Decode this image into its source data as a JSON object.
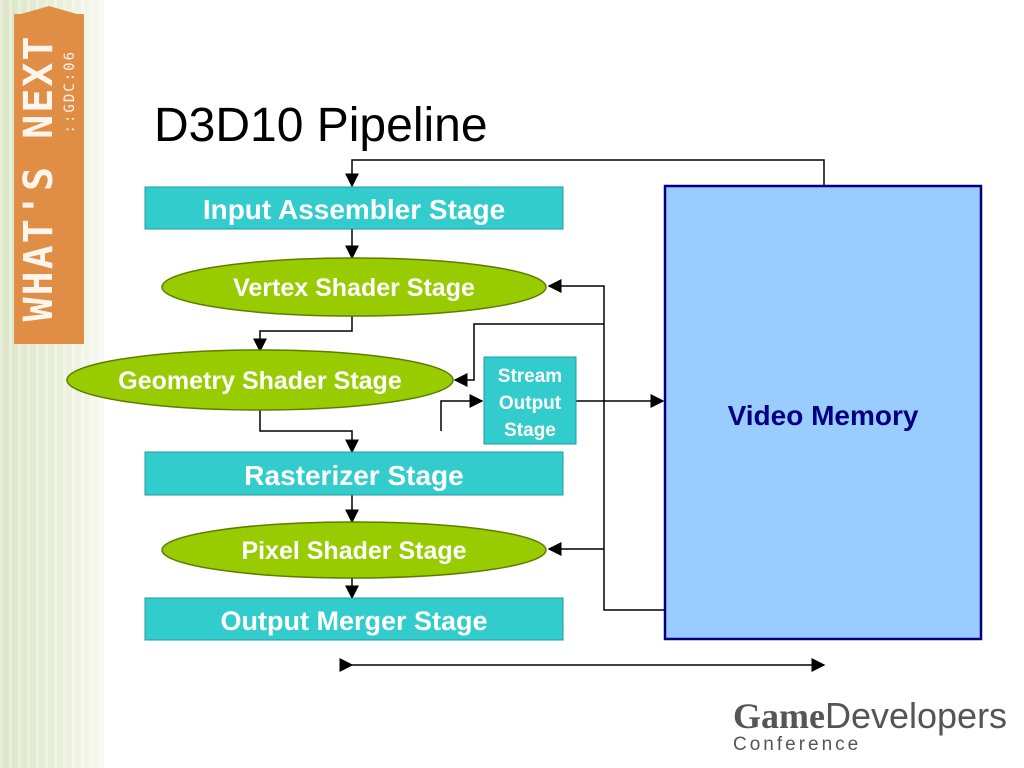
{
  "sidebar": {
    "banner_main": "WHAT'S NEXT",
    "banner_sub": "::GDC:06"
  },
  "slide": {
    "title": "D3D10 Pipeline"
  },
  "diagram": {
    "stages": {
      "input_assembler": "Input Assembler Stage",
      "vertex_shader": "Vertex Shader Stage",
      "geometry_shader": "Geometry Shader Stage",
      "stream_output": [
        "Stream",
        "Output",
        "Stage"
      ],
      "rasterizer": "Rasterizer Stage",
      "pixel_shader": "Pixel Shader Stage",
      "output_merger": "Output Merger Stage"
    },
    "memory_label": "Video Memory",
    "colors": {
      "rect_stage_fill": "#33cccc",
      "shader_stage_fill": "#99cc00",
      "memory_fill": "#99ccff",
      "memory_text": "#000080",
      "stage_text": "#ffffff",
      "line": "#000000"
    }
  },
  "logo": {
    "game": "Game",
    "developers": "Developers",
    "conference": "Conference"
  }
}
